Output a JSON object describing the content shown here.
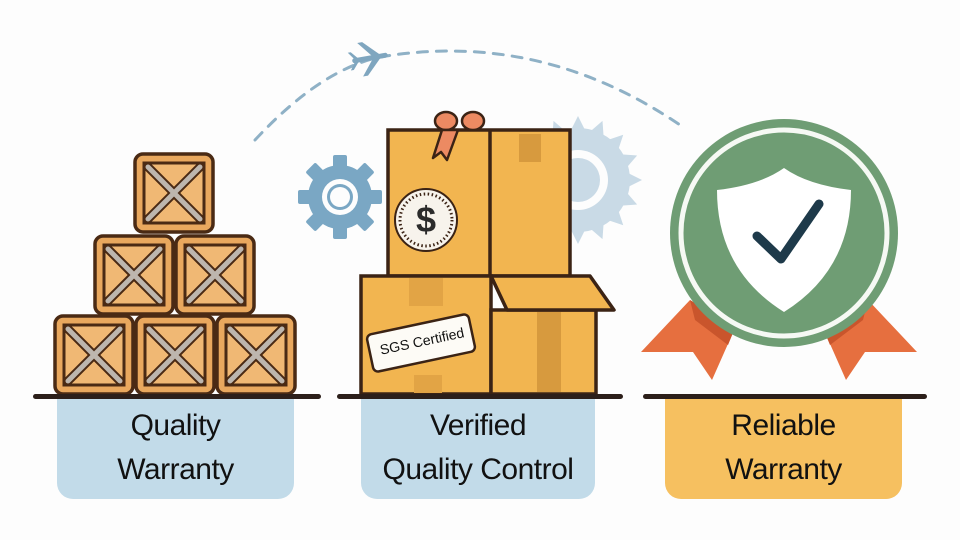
{
  "colors": {
    "background": "#fdfdfd",
    "label_blue": "#c2dbe9",
    "label_orange": "#f6c060",
    "crate_wood": "#e9a85e",
    "crate_outline": "#4a2a14",
    "crate_strap": "#b9b3ad",
    "box_cardboard": "#f2b550",
    "box_outline": "#3b2315",
    "ribbon": "#ec8a62",
    "gear_blue": "#7aa7c4",
    "gear_light": "#c9dae6",
    "badge_green": "#6f9d74",
    "badge_ribbon": "#e66f3f",
    "check_dark": "#1e3a4a",
    "dashed_path": "#8fb1c6"
  },
  "panels": [
    {
      "id": "quality-warranty",
      "icon": "stacked-crates-icon",
      "label_lines": [
        "Quality",
        "Warranty"
      ],
      "label_color": "#c2dbe9"
    },
    {
      "id": "verified-quality-control",
      "icon": "certified-boxes-icon",
      "label_lines": [
        "Verified",
        "Quality Control"
      ],
      "label_color": "#c2dbe9",
      "sticker_text": "SGS Certified",
      "seal_symbol": "$"
    },
    {
      "id": "reliable-warranty",
      "icon": "shield-check-badge-icon",
      "label_lines": [
        "Reliable",
        "Warranty"
      ],
      "label_color": "#f6c060"
    }
  ],
  "decorations": {
    "flight_path": "airplane-icon",
    "gears": [
      "gear-icon",
      "gear-icon"
    ]
  }
}
